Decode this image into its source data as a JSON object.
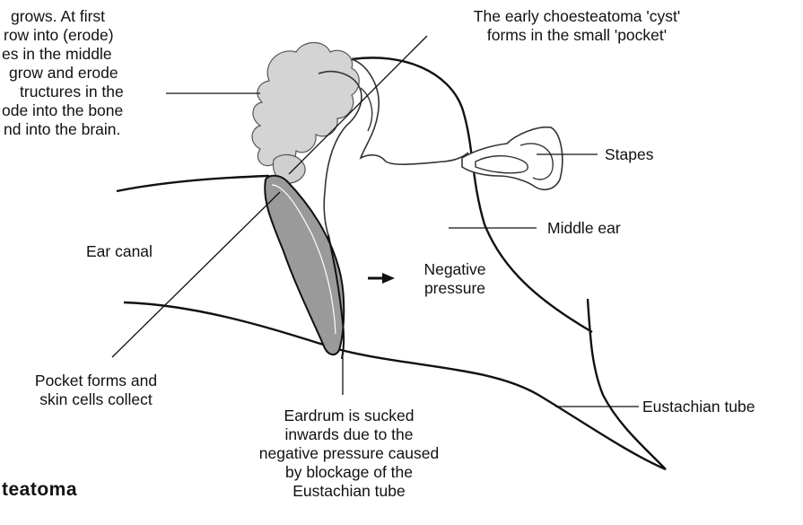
{
  "labels": {
    "growth_text": [
      "grows. At first",
      "row into (erode)",
      "es in the middle",
      "grow and erode",
      "tructures in the",
      "ode into the bone",
      "nd into the brain."
    ],
    "cyst_text": [
      "The early choesteatoma 'cyst'",
      "forms in the small 'pocket'"
    ],
    "stapes": "Stapes",
    "middle_ear": "Middle ear",
    "ear_canal": "Ear canal",
    "negative_pressure": [
      "Negative",
      "pressure"
    ],
    "pocket_text": [
      "Pocket forms and",
      "skin cells collect"
    ],
    "eustachian_tube": "Eustachian tube",
    "eardrum_text": [
      "Eardrum is sucked",
      "inwards due to the",
      "negative pressure caused",
      "by blockage of the",
      "Eustachian tube"
    ],
    "title": "teatoma"
  },
  "colors": {
    "line": "#111111",
    "cholesteatoma_fill": "#d4d4d4",
    "eardrum_fill": "#9a9a9a",
    "ossicle_fill": "#ffffff"
  }
}
